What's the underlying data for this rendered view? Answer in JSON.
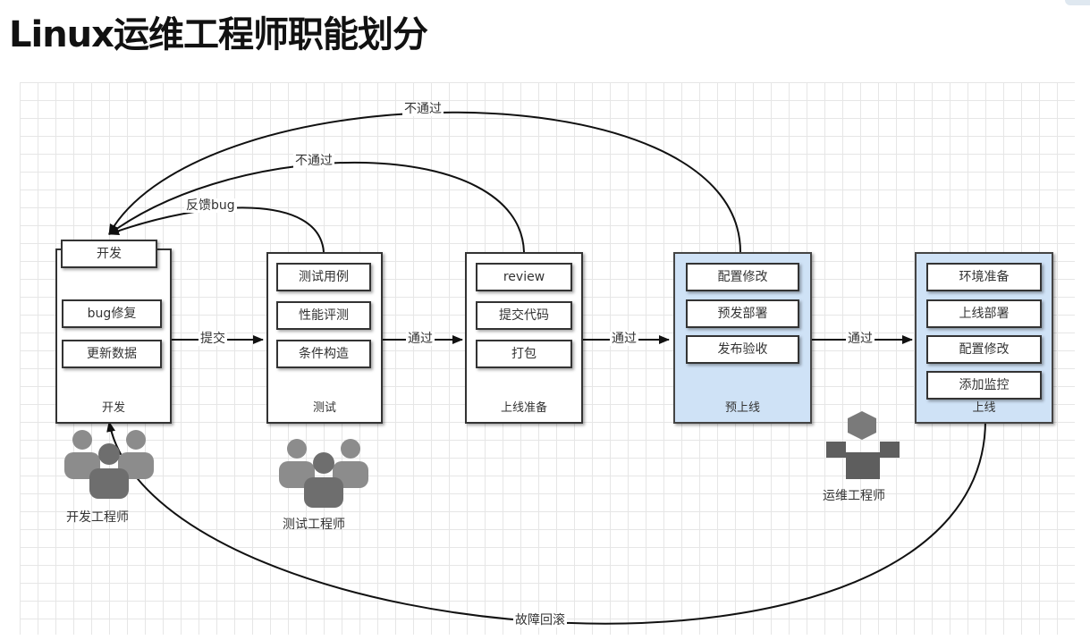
{
  "title": "Linux运维工程师职能划分",
  "stages": [
    {
      "label": "开发",
      "header": "开发",
      "steps": [
        "bug修复",
        "更新数据"
      ]
    },
    {
      "label": "测试",
      "steps": [
        "测试用例",
        "性能评测",
        "条件构造"
      ]
    },
    {
      "label": "上线准备",
      "steps": [
        "review",
        "提交代码",
        "打包"
      ]
    },
    {
      "label": "预上线",
      "steps": [
        "配置修改",
        "预发部署",
        "发布验收"
      ]
    },
    {
      "label": "上线",
      "steps": [
        "环境准备",
        "上线部署",
        "配置修改",
        "添加监控"
      ]
    }
  ],
  "edges": {
    "submit": "提交",
    "pass1": "通过",
    "pass2": "通过",
    "pass3": "通过",
    "feedback_bug": "反馈bug",
    "reject_review": "不通过",
    "reject_preprod": "不通过",
    "rollback": "故障回滚"
  },
  "roles": {
    "dev": "开发工程师",
    "test": "测试工程师",
    "ops": "运维工程师"
  },
  "icons": {
    "dev": "people-group-icon",
    "test": "people-group-icon",
    "ops": "server-user-icon"
  }
}
